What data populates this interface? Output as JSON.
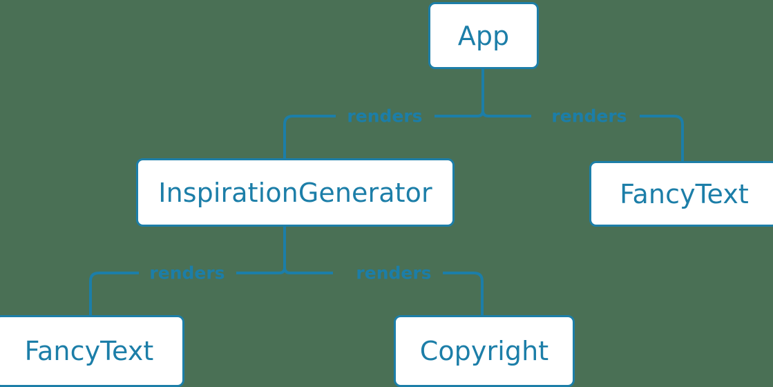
{
  "diagram": {
    "type": "component-tree",
    "background_color": "#4a7055",
    "accent_color": "#1c7ea8",
    "node_fill_color": "#ffffff",
    "nodes": [
      {
        "id": "app",
        "label": "App"
      },
      {
        "id": "inspiration-generator",
        "label": "InspirationGenerator"
      },
      {
        "id": "fancy-text-right",
        "label": "FancyText"
      },
      {
        "id": "fancy-text-bottom",
        "label": "FancyText"
      },
      {
        "id": "copyright",
        "label": "Copyright"
      }
    ],
    "edges": [
      {
        "from": "app",
        "to": "inspiration-generator",
        "label": "renders"
      },
      {
        "from": "app",
        "to": "fancy-text-right",
        "label": "renders"
      },
      {
        "from": "inspiration-generator",
        "to": "fancy-text-bottom",
        "label": "renders"
      },
      {
        "from": "inspiration-generator",
        "to": "copyright",
        "label": "renders"
      }
    ]
  }
}
